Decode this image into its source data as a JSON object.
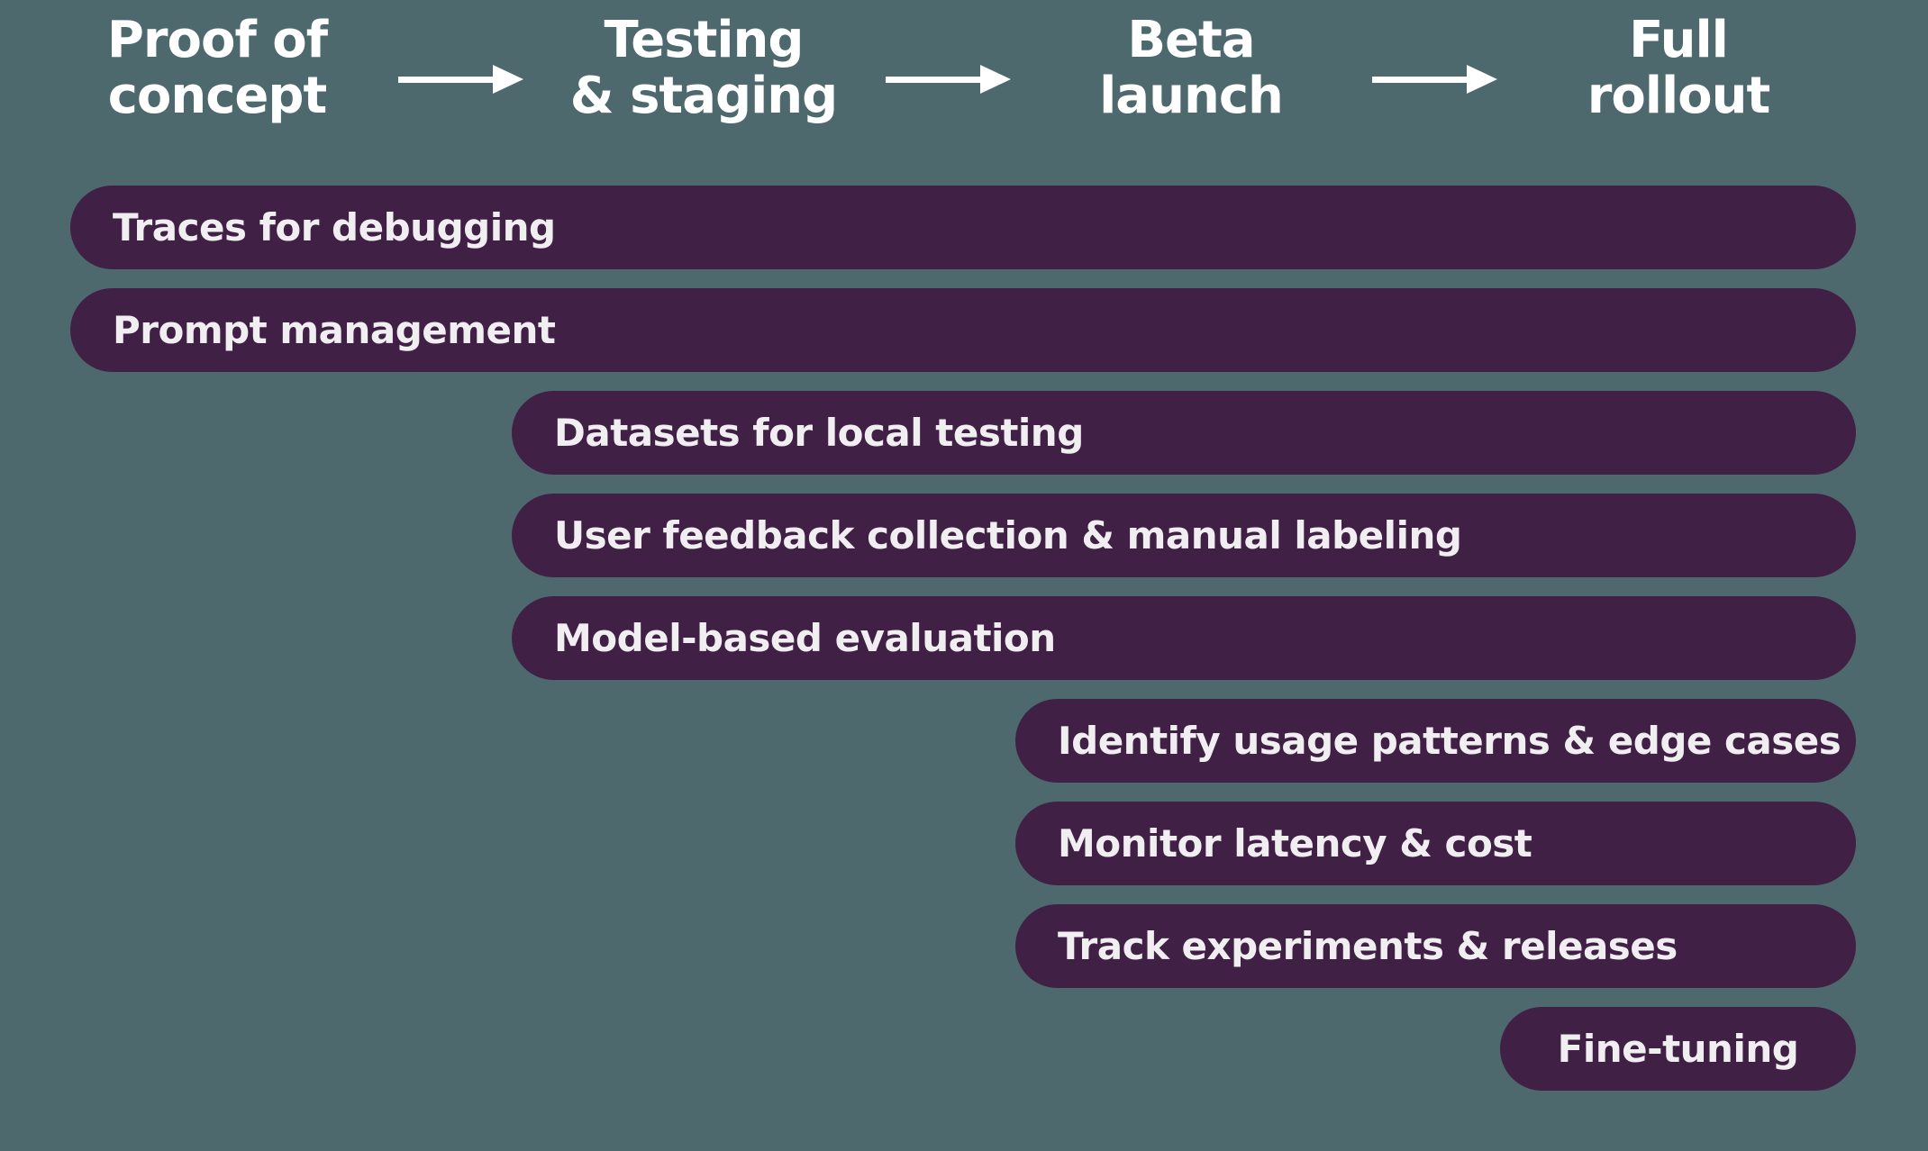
{
  "colors": {
    "background": "#4d696d",
    "bar_fill": "#402145",
    "bar_text": "#f1eef1",
    "stage_text": "#ffffff"
  },
  "stages": [
    {
      "label": "Proof of\nconcept"
    },
    {
      "label": "Testing\n& staging"
    },
    {
      "label": "Beta\nlaunch"
    },
    {
      "label": "Full\nrollout"
    }
  ],
  "bars": [
    {
      "label": "Traces for debugging",
      "starts_at_stage": "Proof of concept"
    },
    {
      "label": "Prompt management",
      "starts_at_stage": "Proof of concept"
    },
    {
      "label": "Datasets for local testing",
      "starts_at_stage": "Testing & staging"
    },
    {
      "label": "User feedback collection & manual labeling",
      "starts_at_stage": "Testing & staging"
    },
    {
      "label": "Model-based evaluation",
      "starts_at_stage": "Testing & staging"
    },
    {
      "label": "Identify usage patterns & edge cases",
      "starts_at_stage": "Beta launch"
    },
    {
      "label": "Monitor latency & cost",
      "starts_at_stage": "Beta launch"
    },
    {
      "label": "Track experiments & releases",
      "starts_at_stage": "Beta launch"
    },
    {
      "label": "Fine-tuning",
      "starts_at_stage": "Full rollout"
    }
  ]
}
